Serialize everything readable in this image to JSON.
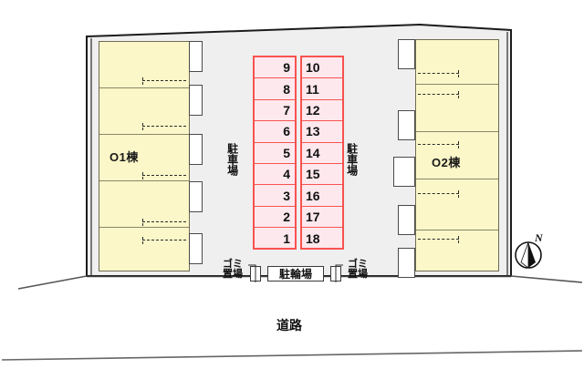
{
  "diagram": {
    "title": "apartment-site-plan",
    "colors": {
      "building_fill": "#fbf7c8",
      "building_stroke": "#6e6a52",
      "parking_fill": "#fde8ee",
      "parking_stroke": "#f8534f",
      "site_fill": "#efefef",
      "site_stroke": "#1c1c1c",
      "road_stroke": "#555555"
    }
  },
  "buildings": [
    {
      "id": "o1",
      "label": "O1棟"
    },
    {
      "id": "o2",
      "label": "O2棟"
    }
  ],
  "parking": {
    "label_left": "駐車場",
    "label_right": "駐車場",
    "left_column": [
      "9",
      "8",
      "7",
      "6",
      "5",
      "4",
      "3",
      "2",
      "1"
    ],
    "right_column": [
      "10",
      "11",
      "12",
      "13",
      "14",
      "15",
      "16",
      "17",
      "18"
    ]
  },
  "facilities": {
    "trash_left": "ゴミ\n置場",
    "trash_left_line1": "ゴミ",
    "trash_left_line2": "置場",
    "trash_right_line1": "ゴミ",
    "trash_right_line2": "置場",
    "bicycle_parking": "駐輪場"
  },
  "road": {
    "label": "道路"
  },
  "compass": {
    "north_label": "N"
  }
}
